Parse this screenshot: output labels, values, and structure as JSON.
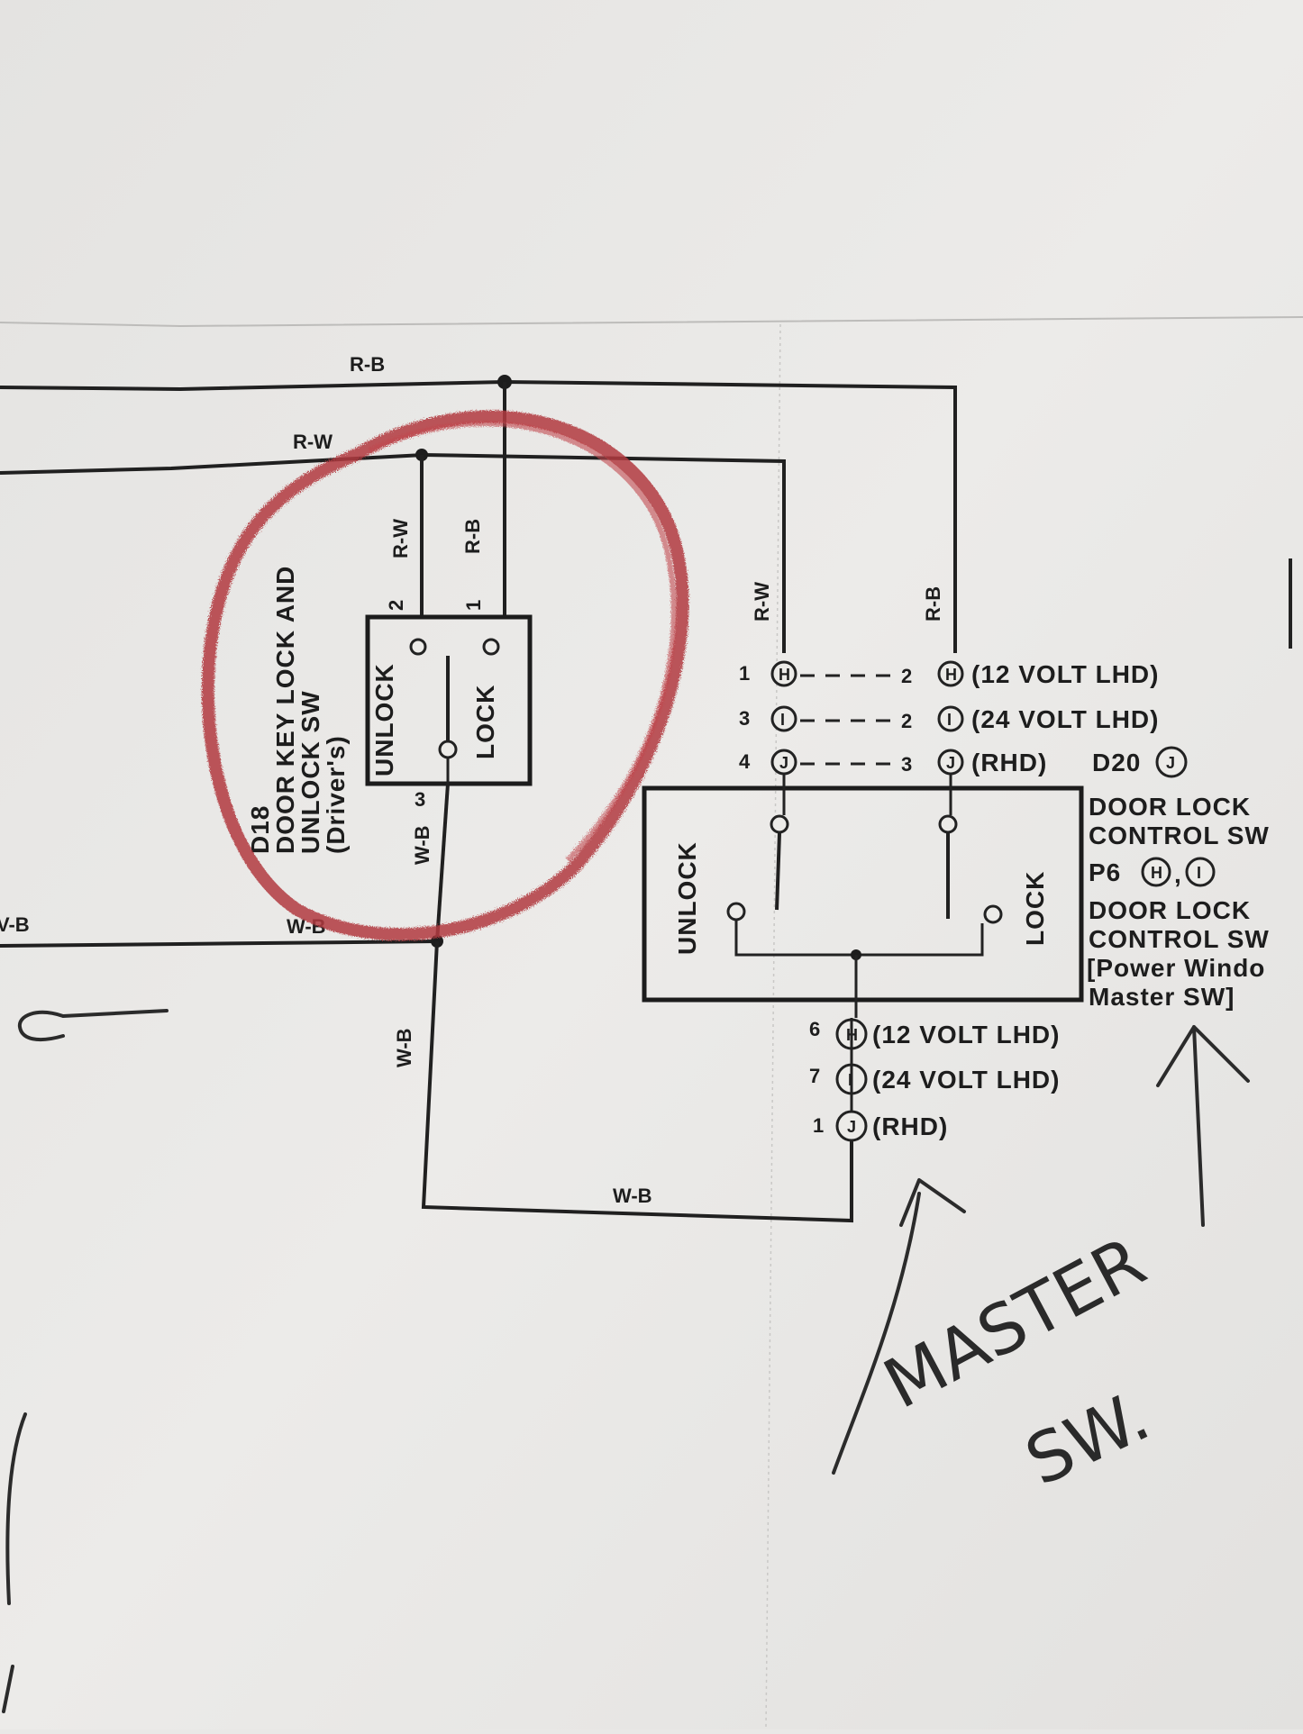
{
  "wires": {
    "r_b_top": "R-B",
    "r_w_top": "R-W",
    "r_w_sw": "R-W",
    "r_b_sw": "R-B",
    "r_w_right": "R-W",
    "r_b_right": "R-B",
    "w_b_left": "V-B",
    "w_b_circle": "W-B",
    "w_b_vert1": "W-B",
    "w_b_vert2": "W-B",
    "w_b_bottom": "W-B"
  },
  "d18": {
    "title_lines": [
      "D18",
      "DOOR KEY LOCK AND",
      "UNLOCK SW",
      "(Driver's)"
    ],
    "unlock": "UNLOCK",
    "lock": "LOCK",
    "pin1": "1",
    "pin2": "2",
    "pin3": "3"
  },
  "connectors_top": [
    {
      "left_pin": "1",
      "left_code": "H",
      "right_pin": "2",
      "right_code": "H",
      "note": "(12 VOLT LHD)"
    },
    {
      "left_pin": "3",
      "left_code": "I",
      "right_pin": "2",
      "right_code": "I",
      "note": "(24 VOLT LHD)"
    },
    {
      "left_pin": "4",
      "left_code": "J",
      "right_pin": "3",
      "right_code": "J",
      "note": "(RHD)"
    }
  ],
  "d20": {
    "code": "D20",
    "connector": "J",
    "line1": "DOOR LOCK",
    "line2": "CONTROL SW"
  },
  "p6": {
    "code": "P6",
    "connector1": "H",
    "separator": ",",
    "connector2": "I",
    "line1": "DOOR LOCK",
    "line2": "CONTROL SW",
    "line3": "[Power Windo",
    "line4": "Master SW]"
  },
  "control_sw": {
    "unlock": "UNLOCK",
    "lock": "LOCK"
  },
  "connectors_bottom": [
    {
      "pin": "6",
      "code": "H",
      "note": "(12 VOLT LHD)"
    },
    {
      "pin": "7",
      "code": "I",
      "note": "(24 VOLT LHD)"
    },
    {
      "pin": "1",
      "code": "J",
      "note": "(RHD)"
    }
  ],
  "handwriting": {
    "line1": "MASTER",
    "line2": "SW."
  },
  "colors": {
    "paper": "#e9e8e6",
    "ink": "#1d1d1d",
    "crayon": "#b23a3e",
    "pencil": "#2a2a2a"
  }
}
